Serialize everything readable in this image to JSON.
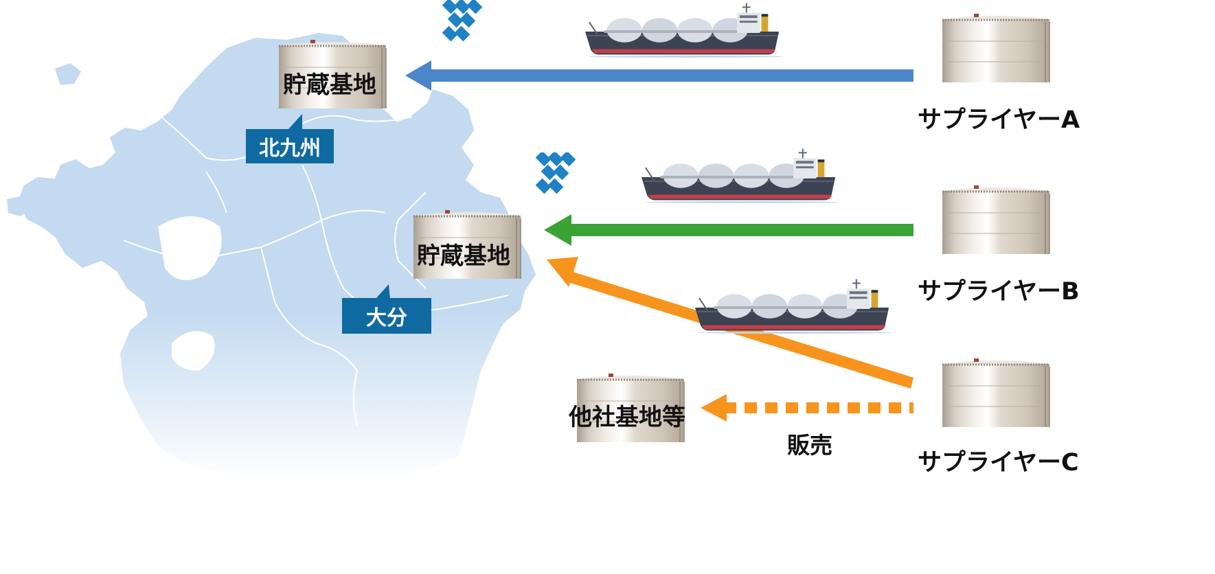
{
  "map": {
    "storage_label": "貯蔵基地",
    "region_north": "北九州",
    "region_east": "大分",
    "other_base_label": "他社基地等"
  },
  "suppliers": [
    {
      "name": "サプライヤーA"
    },
    {
      "name": "サプライヤーB"
    },
    {
      "name": "サプライヤーC"
    }
  ],
  "flows": {
    "sale_label": "販売"
  },
  "colors": {
    "arrow_a": "#4a86c8",
    "arrow_b": "#3aa335",
    "arrow_c": "#f7941d",
    "map_land": "#c3daf0",
    "region_tag": "#0e6aa0",
    "ship_hull": "#3c4352"
  },
  "icons": [
    "storage-tank-icon",
    "lng-ship-icon",
    "satellite-icon",
    "map-of-kyushu"
  ]
}
